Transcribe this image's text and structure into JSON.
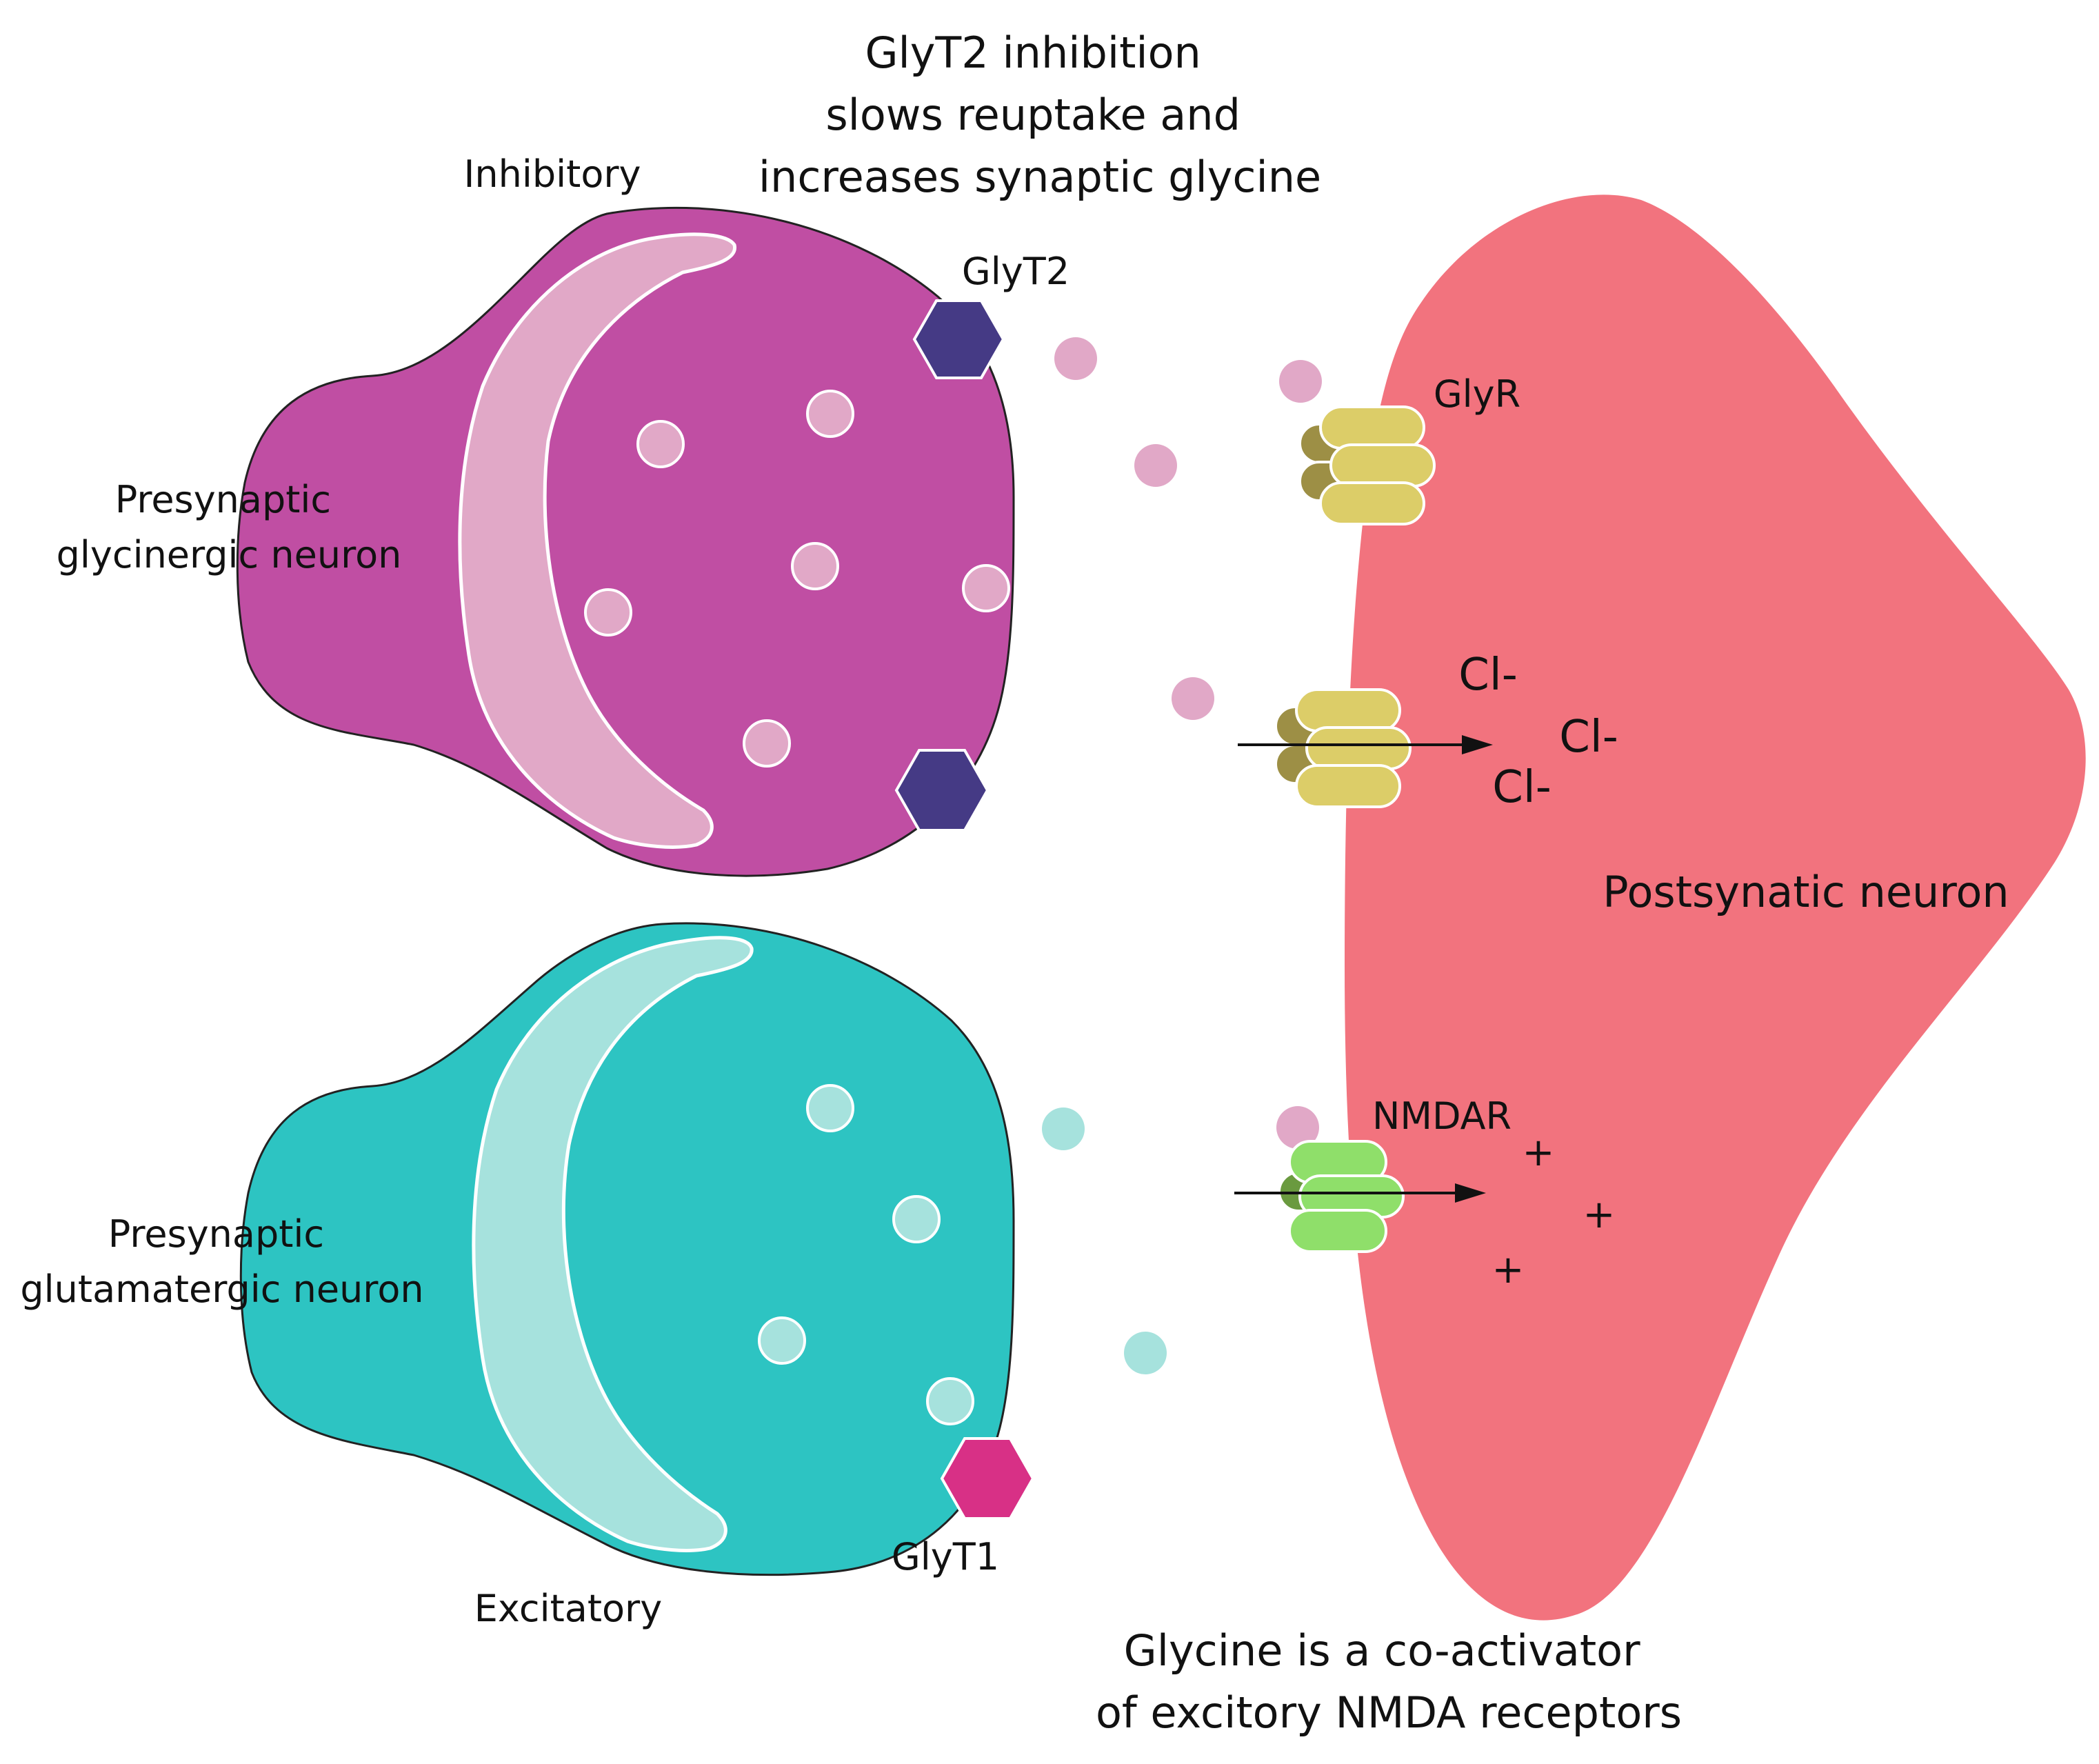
{
  "labels": {
    "title_lines": [
      "GlyT2 inhibition",
      "slows reuptake and",
      "increases synaptic glycine"
    ],
    "inhibitory": "Inhibitory",
    "excitatory": "Excitatory",
    "glycinergic_lines": [
      "Presynaptic",
      "glycinergic neuron"
    ],
    "glutamatergic_lines": [
      "Presynaptic",
      "glutamatergic neuron"
    ],
    "glyt2": "GlyT2",
    "glyt1": "GlyT1",
    "glyr": "GlyR",
    "nmdar": "NMDAR",
    "postsynaptic": "Postsynatic neuron",
    "chloride_ions": [
      "Cl-",
      "Cl-",
      "Cl-"
    ],
    "cations": [
      "+",
      "+",
      "+"
    ],
    "footer_lines": [
      "Glycine is a co-activator",
      "of excitory NMDA receptors"
    ]
  },
  "colors": {
    "inhibitory_neuron": "#c04ea3",
    "inhibitory_vesicle": "#e1a8c7",
    "glyt2_transporter": "#453a85",
    "excitatory_neuron": "#2dc4c2",
    "excitatory_vesicle": "#a6e2dd",
    "glyt1_transporter": "#d83086",
    "postsynaptic_neuron": "#f2737e",
    "glyr_receptor": "#dccd68",
    "glyr_receptor_back": "#9d8f45",
    "nmdar_receptor": "#8fdf6a",
    "nmdar_receptor_back": "#6a9a3f"
  }
}
